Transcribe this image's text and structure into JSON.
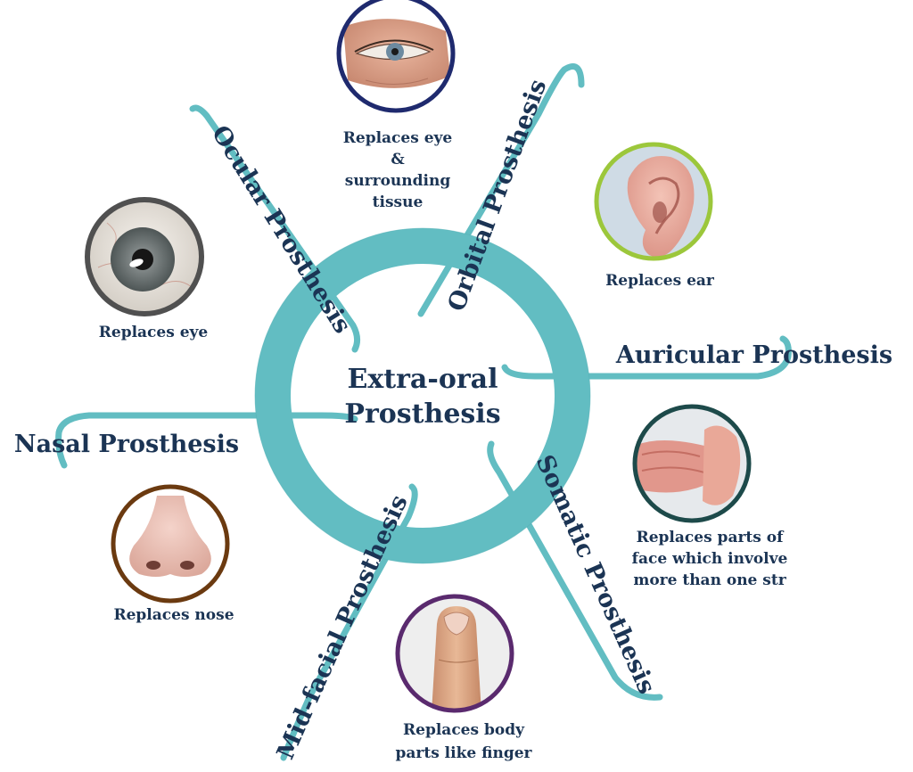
{
  "center": {
    "line1": "Extra-oral",
    "line2": "Prosthesis"
  },
  "colors": {
    "ring": "#62bdc2",
    "text": "#1b3454",
    "ocular_frame": "#505050",
    "orbital_frame": "#1f2a6e",
    "auricular_frame": "#9cc73b",
    "somatic_frame": "#1d4a4a",
    "nasal_frame": "#6b3a10",
    "midfacial_frame": "#5a2a6e"
  },
  "branches": {
    "ocular": {
      "label": "Ocular Prosthesis",
      "caption": [
        "Replaces eye"
      ],
      "icon": "artificial-eye-icon"
    },
    "orbital": {
      "label": "Orbital Prosthesis",
      "caption": [
        "Replaces eye",
        "&",
        "surrounding",
        "tissue"
      ],
      "icon": "orbital-eye-icon"
    },
    "auricular": {
      "label": "Auricular Prosthesis",
      "caption": [
        "Replaces ear"
      ],
      "icon": "ear-icon"
    },
    "somatic": {
      "label": "Somatic Prosthesis",
      "caption": [
        "Replaces parts of",
        "face which involve",
        "more than one str"
      ],
      "icon": "facial-part-icon"
    },
    "nasal": {
      "label": "Nasal Prosthesis",
      "caption": [
        "Replaces nose"
      ],
      "icon": "nose-icon"
    },
    "midfacial": {
      "label": "Mid-facial Prosthesis",
      "caption": [
        "Replaces body",
        "parts like finger"
      ],
      "icon": "finger-icon"
    }
  }
}
